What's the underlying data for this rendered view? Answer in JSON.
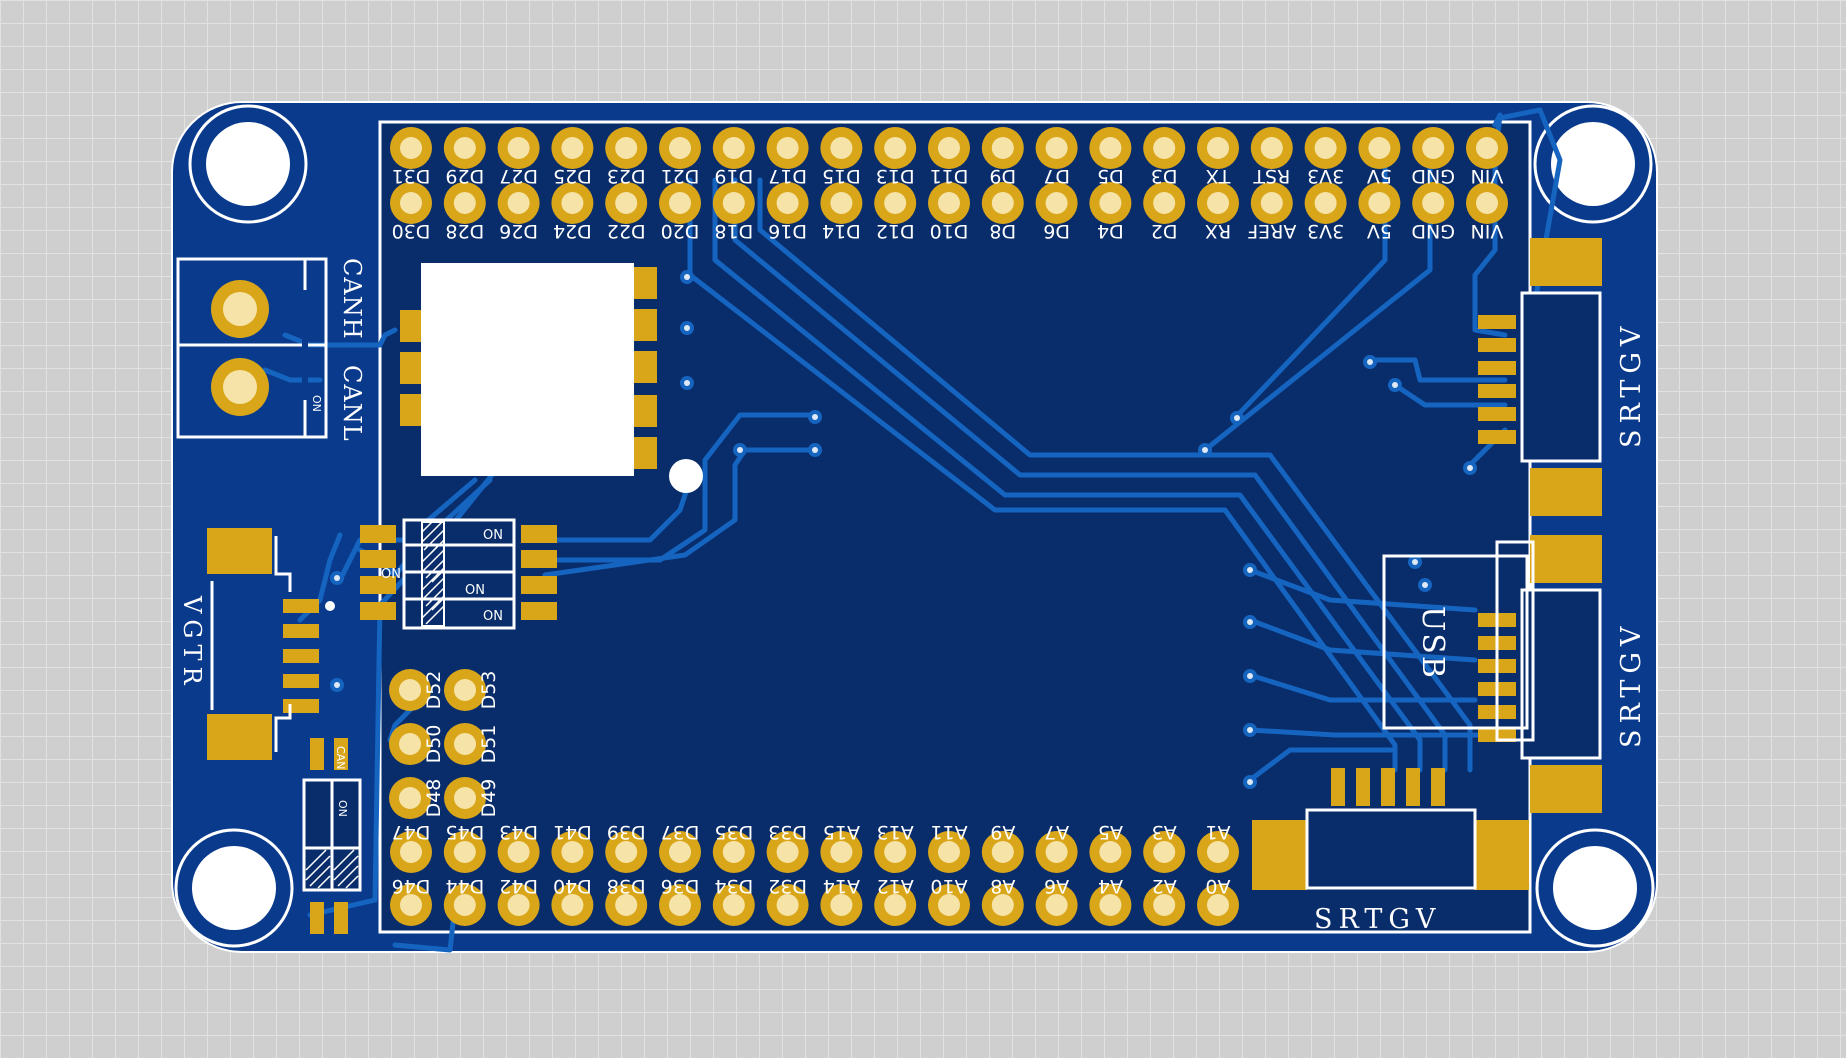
{
  "colors": {
    "background": "#cfcfcf",
    "board": "#0a3a8c",
    "board_inner": "#092c6b",
    "copper": "#d9a61a",
    "silkscreen": "#ffffff",
    "trace": "#1565c0"
  },
  "header_top": {
    "row1_labels": [
      "D31",
      "D29",
      "D27",
      "D25",
      "D23",
      "D21",
      "D19",
      "D17",
      "D15",
      "D13",
      "D11",
      "D9",
      "D7",
      "D5",
      "D3",
      "TX",
      "RST",
      "3V3",
      "5V",
      "GND",
      "VIN"
    ],
    "row2_labels": [
      "D30",
      "D28",
      "D26",
      "D24",
      "D22",
      "D20",
      "D18",
      "D16",
      "D14",
      "D12",
      "D10",
      "D8",
      "D6",
      "D4",
      "D2",
      "RX",
      "AREF",
      "3V3",
      "5V",
      "GND",
      "VIN"
    ]
  },
  "header_bottom": {
    "row1_labels": [
      "D47",
      "D45",
      "D43",
      "D41",
      "D39",
      "D37",
      "D35",
      "D33",
      "A15",
      "A13",
      "A11",
      "A9",
      "A7",
      "A5",
      "A3",
      "A1"
    ],
    "row2_labels": [
      "D46",
      "D44",
      "D42",
      "D40",
      "D38",
      "D36",
      "D34",
      "D32",
      "A14",
      "A12",
      "A10",
      "A8",
      "A6",
      "A4",
      "A2",
      "A0"
    ]
  },
  "header_left": {
    "left_labels": [
      "D52",
      "D50",
      "D48"
    ],
    "right_labels": [
      "D53",
      "D51",
      "D49"
    ]
  },
  "labels": {
    "can_high": "CANH",
    "can_low": "CANL",
    "terminal_on": "ON",
    "power_connector": "VGTR",
    "usb": "USB",
    "connector_right_top": "SRTGV",
    "connector_right_middle": "SRTGV",
    "connector_bottom": "SRTGV",
    "can_small": "CAN",
    "switch_on": "ON",
    "dip_on": [
      "ON",
      "ON",
      "ON",
      "ON"
    ]
  },
  "icons": {
    "mounting_hole": "mounting-hole-icon",
    "via": "via-icon",
    "pin_marker": "pin1-dot-icon"
  }
}
